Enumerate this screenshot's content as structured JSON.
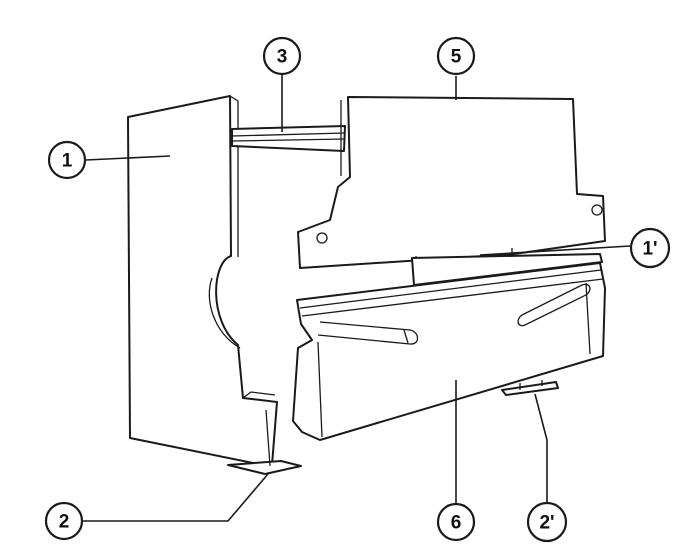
{
  "figure": {
    "callouts": {
      "frame_left": "1",
      "frame_right": "1'",
      "foot_left": "2",
      "foot_right": "2'",
      "crossbeam": "3",
      "upper_beam": "5",
      "lower_beam": "6"
    }
  }
}
